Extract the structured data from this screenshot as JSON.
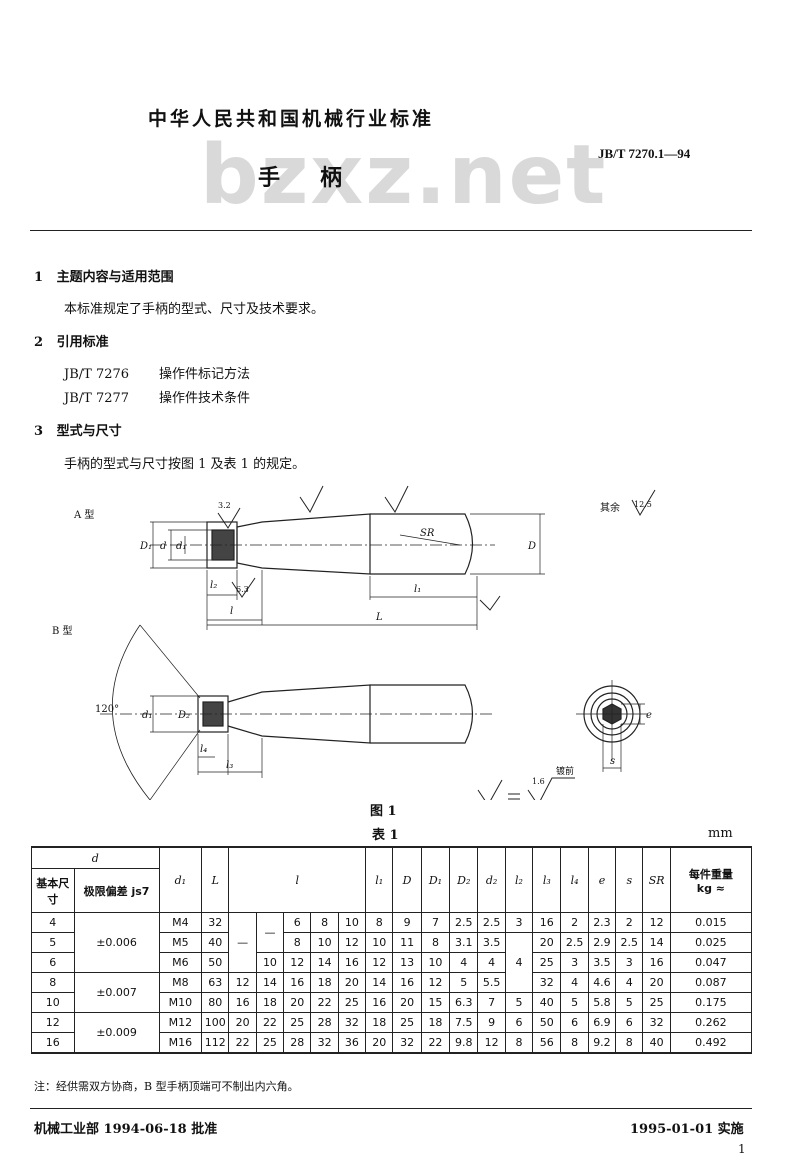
{
  "header": {
    "org_title": "中华人民共和国机械行业标准",
    "standard_no": "JB/T 7270.1—94",
    "doc_title": "手柄",
    "watermark": "bzxz.net"
  },
  "sections": [
    {
      "num": "1",
      "title": "主题内容与适用范围",
      "body": "本标准规定了手柄的型式、尺寸及技术要求。"
    },
    {
      "num": "2",
      "title": "引用标准"
    },
    {
      "num": "3",
      "title": "型式与尺寸",
      "body": "手柄的型式与尺寸按图 1 及表 1 的规定。"
    }
  ],
  "references": [
    {
      "code": "JB/T 7276",
      "name": "操作件标记方法"
    },
    {
      "code": "JB/T 7277",
      "name": "操作件技术条件"
    }
  ],
  "figure": {
    "type_a": "A 型",
    "type_b": "B 型",
    "rest_label": "其余",
    "rough_rest": "12.5",
    "rough_32": "3.2",
    "rough_63": "6.3",
    "rough_16": "1.6",
    "plated": "镀前",
    "angle": "120°",
    "dim_D1": "D₁",
    "dim_d": "d",
    "dim_d1": "d₁",
    "dim_D": "D",
    "dim_SR": "SR",
    "dim_l": "l",
    "dim_L": "L",
    "dim_l1": "l₁",
    "dim_l2": "l₂",
    "dim_l3": "l₃",
    "dim_l4": "l₄",
    "dim_e": "e",
    "dim_s": "s",
    "dim_D2": "D₂",
    "caption": "图 1"
  },
  "table": {
    "caption": "表 1",
    "unit": "mm",
    "head": {
      "d": "d",
      "basic": "基本尺寸",
      "tol": "极限偏差 js7",
      "d1": "d₁",
      "L": "L",
      "l": "l",
      "l1": "l₁",
      "D": "D",
      "D1": "D₁",
      "D2": "D₂",
      "d2": "d₂",
      "l2": "l₂",
      "l3": "l₃",
      "l4": "l₄",
      "e": "e",
      "s": "s",
      "SR": "SR",
      "weight": "每件重量",
      "weight_unit": "kg ≈"
    },
    "tols": [
      "±0.006",
      "±0.007",
      "±0.009"
    ],
    "rows": [
      {
        "d": "4",
        "d1": "M4",
        "L": "32",
        "la": "",
        "lb": "",
        "lc": "6",
        "ld": "8",
        "le": "10",
        "l1": "8",
        "D": "9",
        "D1": "7",
        "D2": "2.5",
        "d2": "2.5",
        "l2": "3",
        "l3": "16",
        "l4": "2",
        "e": "2.3",
        "s": "2",
        "SR": "12",
        "w": "0.015"
      },
      {
        "d": "5",
        "d1": "M5",
        "L": "40",
        "la": "—",
        "lb": "",
        "lc": "8",
        "ld": "10",
        "le": "12",
        "l1": "10",
        "D": "11",
        "D1": "8",
        "D2": "3.1",
        "d2": "3.5",
        "l2": "",
        "l3": "20",
        "l4": "2.5",
        "e": "2.9",
        "s": "2.5",
        "SR": "14",
        "w": "0.025"
      },
      {
        "d": "6",
        "d1": "M6",
        "L": "50",
        "la": "",
        "lb": "10",
        "lc": "12",
        "ld": "14",
        "le": "16",
        "l1": "12",
        "D": "13",
        "D1": "10",
        "D2": "4",
        "d2": "4",
        "l2": "4",
        "l3": "25",
        "l4": "3",
        "e": "3.5",
        "s": "3",
        "SR": "16",
        "w": "0.047"
      },
      {
        "d": "8",
        "d1": "M8",
        "L": "63",
        "la": "12",
        "lb": "14",
        "lc": "16",
        "ld": "18",
        "le": "20",
        "l1": "14",
        "D": "16",
        "D1": "12",
        "D2": "5",
        "d2": "5.5",
        "l2": "",
        "l3": "32",
        "l4": "4",
        "e": "4.6",
        "s": "4",
        "SR": "20",
        "w": "0.087"
      },
      {
        "d": "10",
        "d1": "M10",
        "L": "80",
        "la": "16",
        "lb": "18",
        "lc": "20",
        "ld": "22",
        "le": "25",
        "l1": "16",
        "D": "20",
        "D1": "15",
        "D2": "6.3",
        "d2": "7",
        "l2": "5",
        "l3": "40",
        "l4": "5",
        "e": "5.8",
        "s": "5",
        "SR": "25",
        "w": "0.175"
      },
      {
        "d": "12",
        "d1": "M12",
        "L": "100",
        "la": "20",
        "lb": "22",
        "lc": "25",
        "ld": "28",
        "le": "32",
        "l1": "18",
        "D": "25",
        "D1": "18",
        "D2": "7.5",
        "d2": "9",
        "l2": "6",
        "l3": "50",
        "l4": "6",
        "e": "6.9",
        "s": "6",
        "SR": "32",
        "w": "0.262"
      },
      {
        "d": "16",
        "d1": "M16",
        "L": "112",
        "la": "22",
        "lb": "25",
        "lc": "28",
        "ld": "32",
        "le": "36",
        "l1": "20",
        "D": "32",
        "D1": "22",
        "D2": "9.8",
        "d2": "12",
        "l2": "8",
        "l3": "56",
        "l4": "8",
        "e": "9.2",
        "s": "8",
        "SR": "40",
        "w": "0.492"
      }
    ],
    "note": "注：经供需双方协商，B 型手柄顶端可不制出内六角。"
  },
  "footer": {
    "approval": "机械工业部 1994-06-18 批准",
    "effective": "1995-01-01 实施",
    "page": "1"
  }
}
